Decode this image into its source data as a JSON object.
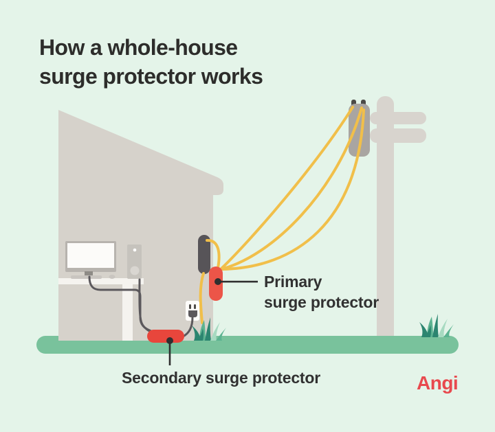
{
  "title": {
    "line1": "How a whole-house",
    "line2": "surge protector works"
  },
  "callouts": {
    "primary": {
      "label_line1": "Primary",
      "label_line2": "surge protector"
    },
    "secondary": {
      "label": "Secondary surge protector"
    }
  },
  "logo": {
    "text": "Angi"
  },
  "illustration_parts": [
    "house",
    "utility-pole",
    "pole-crossarms",
    "transformer",
    "power-line-wires",
    "electric-meter",
    "primary-surge-protector-device",
    "secondary-surge-protector-power-strip",
    "computer-monitor",
    "computer-tower",
    "keyboard",
    "mouse",
    "desk",
    "wall-outlet",
    "plug",
    "power-cords",
    "ground-strip",
    "grass-tufts"
  ],
  "colors": {
    "background": "#e4f4e9",
    "title_text": "#2d2d2b",
    "label_text": "#313131",
    "logo_red": "#e8494e",
    "house": "#d6d2cb",
    "pole": "#d8d4ce",
    "transformer": "#a9a5a1",
    "prong": "#4c4a47",
    "meter": "#575458",
    "wire": "#f1bf4a",
    "protector_red": "#ec5548",
    "strip_red": "#e8463c",
    "ground": "#79c29c",
    "grass_dark": "#2c8570",
    "grass_mid": "#5cb391",
    "grass_light": "#a7dac1",
    "desk": "#f5f3ef",
    "screen": "#fcfbf9",
    "bezel": "#b7b3ae",
    "stand": "#8e8b86",
    "tower": "#c6c3bd",
    "tower_speaker": "#d9d6d1",
    "keyboard": "#c9c5c0",
    "cord": "#5b585c",
    "outlet": "#fdfcfa",
    "callout": "#2f2f2f"
  }
}
